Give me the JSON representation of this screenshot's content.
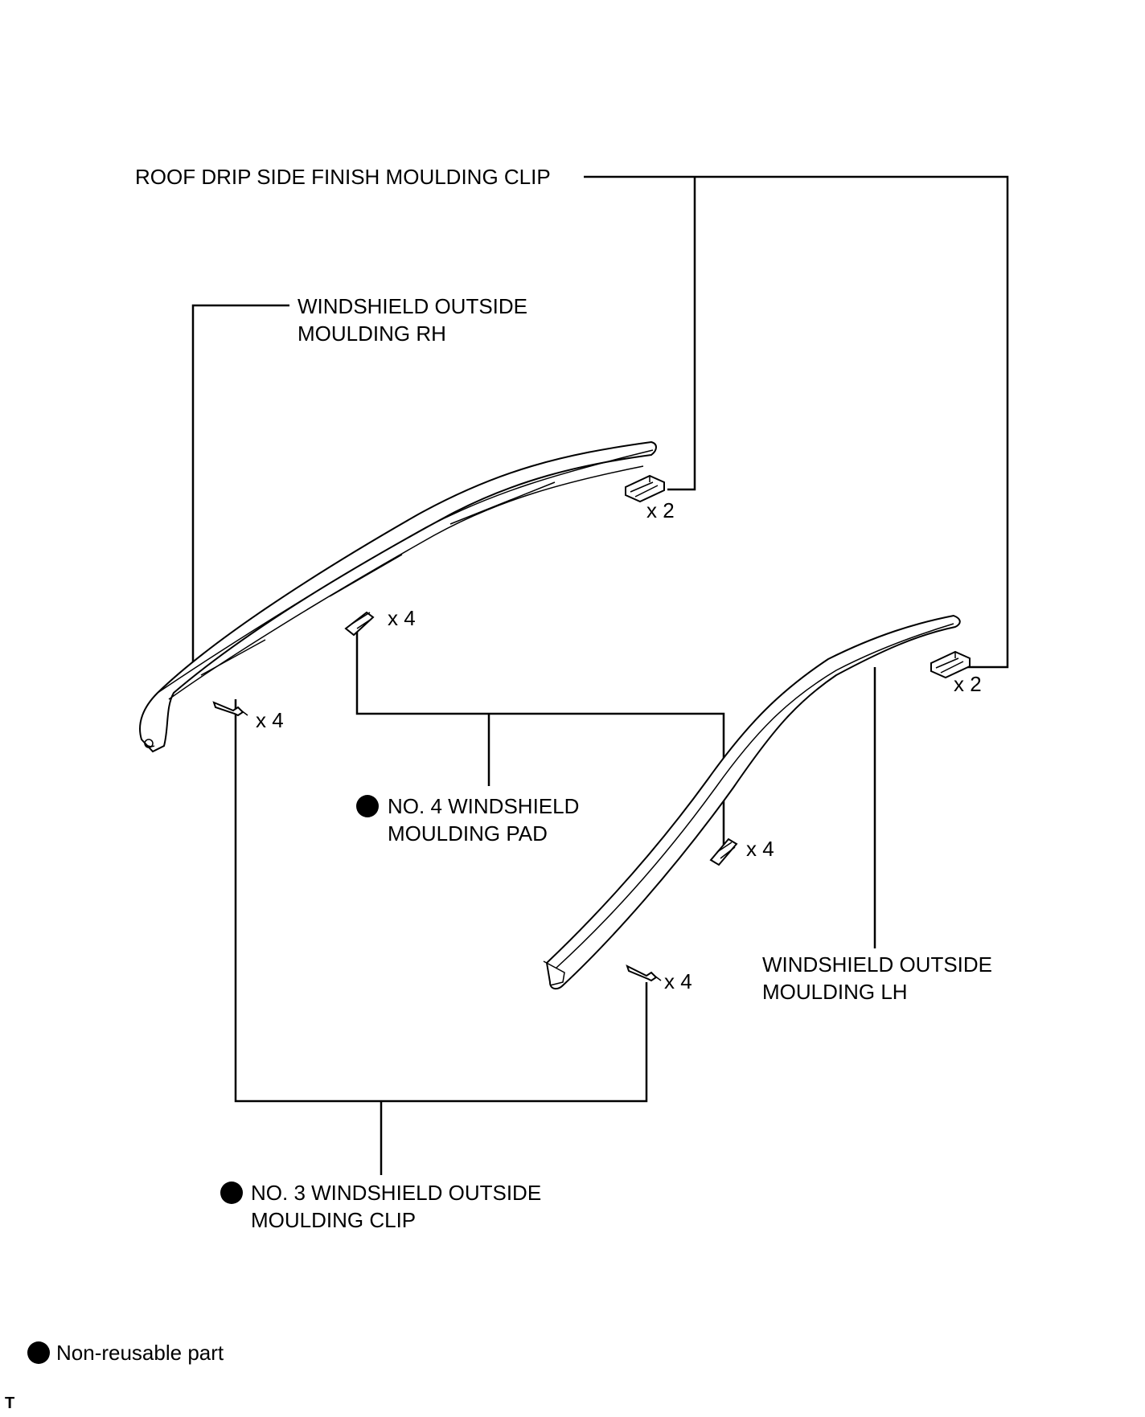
{
  "labels": {
    "roof_clip": "ROOF DRIP SIDE FINISH MOULDING CLIP",
    "moulding_rh_line1": "WINDSHIELD OUTSIDE",
    "moulding_rh_line2": "MOULDING RH",
    "pad_line1": "NO. 4 WINDSHIELD",
    "pad_line2": "MOULDING PAD",
    "moulding_lh_line1": "WINDSHIELD OUTSIDE",
    "moulding_lh_line2": "MOULDING LH",
    "clip3_line1": "NO. 3 WINDSHIELD OUTSIDE",
    "clip3_line2": "MOULDING CLIP"
  },
  "quantities": {
    "roof_clip_rh": "x 2",
    "roof_clip_lh": "x 2",
    "pad_rh": "x 4",
    "pad_lh": "x 4",
    "clip3_rh": "x 4",
    "clip3_lh": "x 4"
  },
  "legend": {
    "text": "Non-reusable part"
  },
  "corner_mark": "T"
}
